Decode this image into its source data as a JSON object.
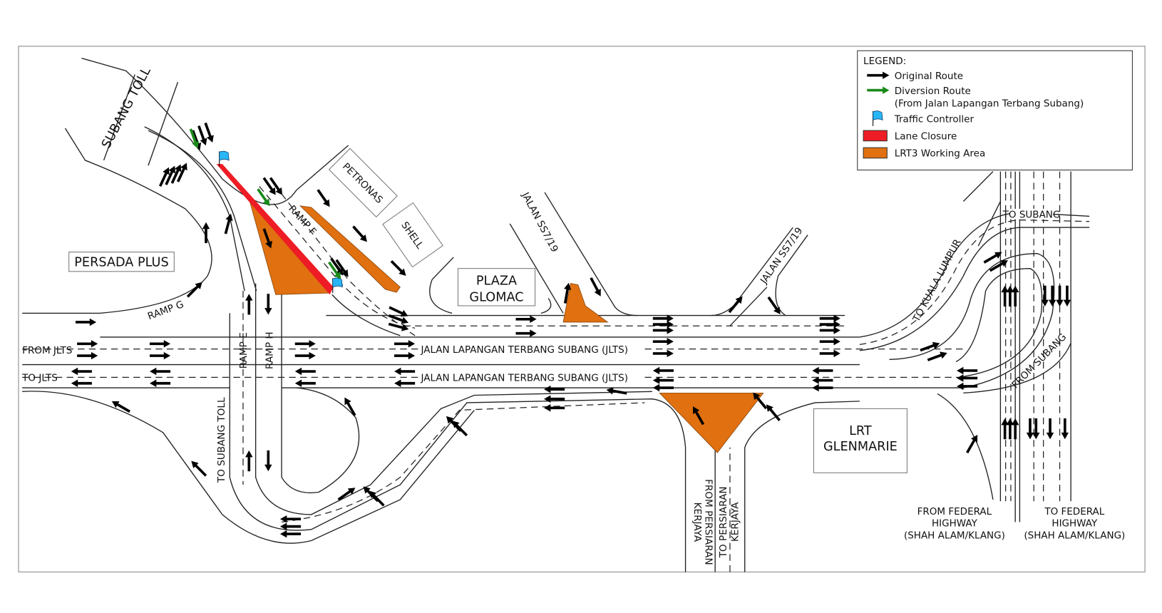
{
  "legend": {
    "title": "LEGEND:",
    "items": [
      {
        "label": "Original Route",
        "icon": "black-arrow-icon",
        "color": "#000000"
      },
      {
        "label": "Diversion Route",
        "sub": "(From Jalan Lapangan Terbang Subang)",
        "icon": "green-arrow-icon",
        "color": "#1a8a1a"
      },
      {
        "label": "Traffic Controller",
        "icon": "blue-flag-icon",
        "color": "#29b6f6"
      },
      {
        "label": "Lane Closure",
        "icon": "red-swatch",
        "color": "#ee1c24"
      },
      {
        "label": "LRT3 Working Area",
        "icon": "orange-swatch",
        "color": "#e07010"
      }
    ]
  },
  "places": {
    "subang_toll": "SUBANG TOLL",
    "persada_plus": "PERSADA PLUS",
    "petronas": "PETRONAS",
    "shell": "SHELL",
    "plaza_glomac_1": "PLAZA",
    "plaza_glomac_2": "GLOMAC",
    "lrt_glenmarie_1": "LRT",
    "lrt_glenmarie_2": "GLENMARIE"
  },
  "roads": {
    "ramp_f": "RAMP F",
    "ramp_g": "RAMP G",
    "ramp_e": "RAMP E",
    "ramp_h": "RAMP H",
    "jalan_ss7_19_a": "JALAN SS7/19",
    "jalan_ss7_19_b": "JALAN SS7/19",
    "from_jlts": "FROM JLTS",
    "to_jlts": "TO JLTS",
    "jlts_east": "JALAN LAPANGAN TERBANG SUBANG (JLTS)",
    "jlts_west": "JALAN LAPANGAN TERBANG SUBANG (JLTS)",
    "to_subang_toll": "TO SUBANG TOLL",
    "from_kerjaya_1": "FROM PERSIARAN",
    "from_kerjaya_2": "KERJAYA",
    "to_kerjaya_1": "TO PERSIARAN",
    "to_kerjaya_2": "KERJAYA",
    "to_subang": "TO SUBANG",
    "to_kl": "TO KUALA LUMPUR",
    "from_subang": "FROM SUBANG",
    "from_fed_1": "FROM FEDERAL",
    "from_fed_2": "HIGHWAY",
    "from_fed_3": "(SHAH ALAM/KLANG)",
    "to_fed_1": "TO FEDERAL",
    "to_fed_2": "HIGHWAY",
    "to_fed_3": "(SHAH ALAM/KLANG)"
  }
}
